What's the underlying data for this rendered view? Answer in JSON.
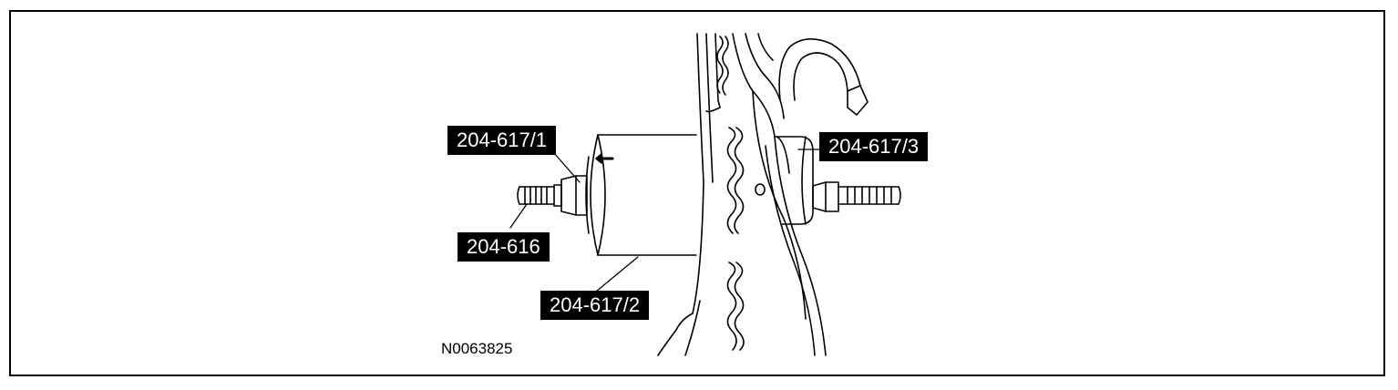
{
  "callouts": {
    "c1": "204-617/1",
    "c2": "204-617/2",
    "c3": "204-617/3",
    "c4": "204-616"
  },
  "figure_id": "N0063825",
  "colors": {
    "line": "#000000",
    "label_bg": "#000000",
    "label_text": "#ffffff",
    "background": "#ffffff"
  }
}
